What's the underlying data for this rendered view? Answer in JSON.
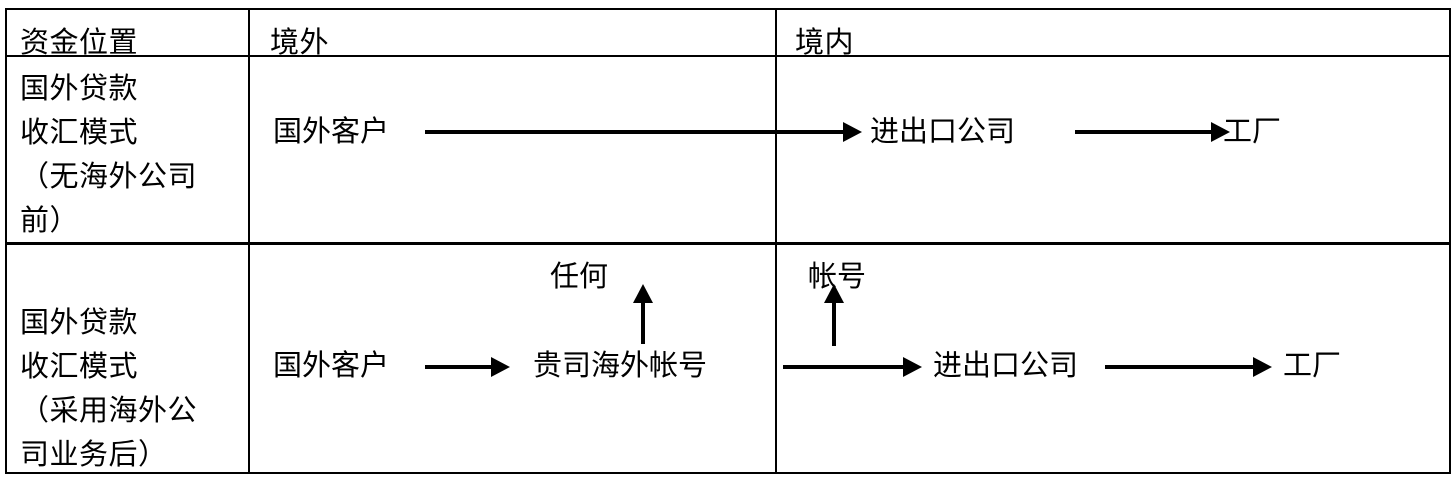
{
  "table": {
    "headers": [
      "资金位置",
      "境外",
      "境内"
    ],
    "rows": [
      {
        "label": "国外贷款\n收汇模式\n（无海外公司\n前）",
        "offshore": {
          "nodes": [
            "国外客户"
          ]
        },
        "onshore": {
          "nodes": [
            "进出口公司",
            "工厂"
          ]
        }
      },
      {
        "label": "国外贷款\n收汇模式\n（采用海外公\n司业务后）",
        "offshore": {
          "nodes": [
            "国外客户",
            "贵司海外帐号"
          ],
          "annotation": "任何"
        },
        "onshore": {
          "nodes": [
            "进出口公司",
            "工厂"
          ],
          "annotation": "帐号"
        }
      }
    ]
  },
  "flow": {
    "row1": {
      "customer": "国外客户",
      "importexport": "进出口公司",
      "factory": "工厂"
    },
    "row2": {
      "any_label": "任何",
      "customer": "国外客户",
      "offshore_account": "贵司海外帐号",
      "account_label": "帐号",
      "importexport": "进出口公司",
      "factory": "工厂"
    }
  },
  "colors": {
    "ink": "#000000",
    "paper": "#ffffff"
  }
}
